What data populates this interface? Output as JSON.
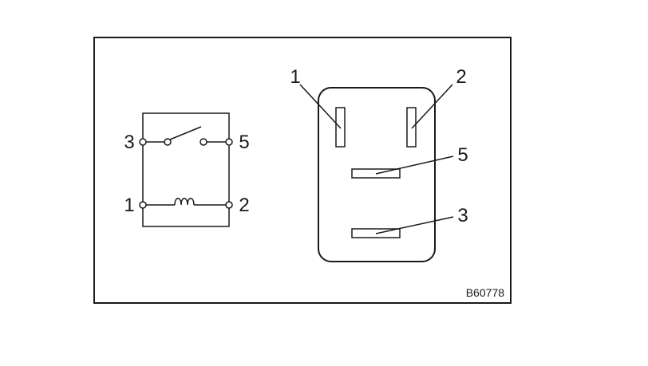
{
  "schematic": {
    "terminals": {
      "t3": "3",
      "t5": "5",
      "t1": "1",
      "t2": "2"
    }
  },
  "connector": {
    "pins": {
      "p1": "1",
      "p2": "2",
      "p5": "5",
      "p3": "3"
    }
  },
  "figure_code": "B60778"
}
